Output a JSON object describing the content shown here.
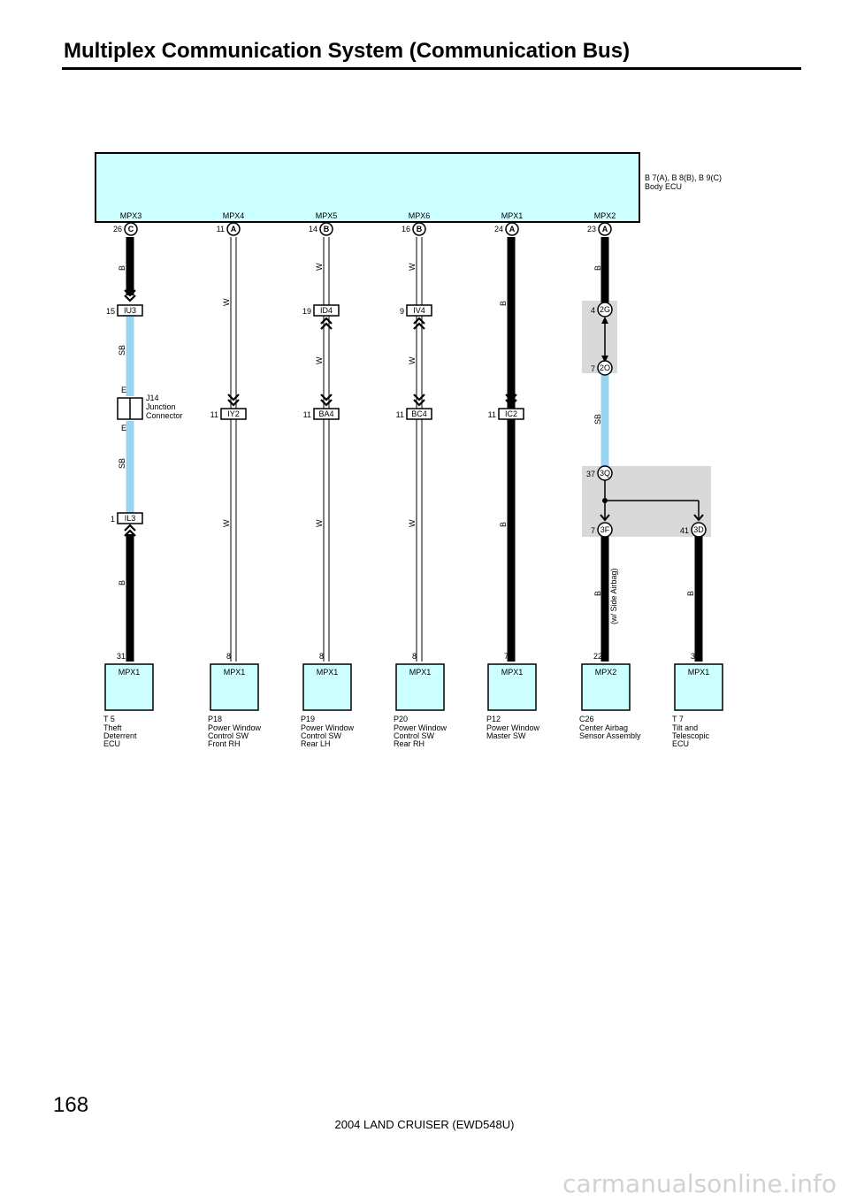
{
  "title": "Multiplex Communication System (Communication Bus)",
  "page_number": "168",
  "footer": "2004 LAND CRUISER (EWD548U)",
  "watermark": "carmanualsonline.info",
  "colors": {
    "ecu_fill": "#ccffff",
    "sb_wire": "#99d5f0",
    "b_wire": "#000000",
    "junction_gray": "#d9d9d9"
  },
  "body_ecu": {
    "label_line1": "B 7(A), B 8(B), B 9(C)",
    "label_line2": "Body ECU",
    "terminals": [
      {
        "name": "MPX3",
        "pin": "26",
        "connector": "C"
      },
      {
        "name": "MPX4",
        "pin": "11",
        "connector": "A"
      },
      {
        "name": "MPX5",
        "pin": "14",
        "connector": "B"
      },
      {
        "name": "MPX6",
        "pin": "16",
        "connector": "B"
      },
      {
        "name": "MPX1",
        "pin": "24",
        "connector": "A"
      },
      {
        "name": "MPX2",
        "pin": "23",
        "connector": "A"
      }
    ]
  },
  "junction": {
    "code": "J14",
    "line1": "Junction",
    "line2": "Connector",
    "pin_top": "E",
    "pin_bottom": "E"
  },
  "option_note": "(w/ Side Airbag)",
  "connectors": [
    {
      "id": "IU3",
      "pin": "15"
    },
    {
      "id": "IL3",
      "pin": "1"
    },
    {
      "id": "IY2",
      "pin": "11"
    },
    {
      "id": "ID4",
      "pin": "19"
    },
    {
      "id": "BA4",
      "pin": "11"
    },
    {
      "id": "IV4",
      "pin": "9"
    },
    {
      "id": "BC4",
      "pin": "11"
    },
    {
      "id": "IC2",
      "pin": "11"
    },
    {
      "id": "2G",
      "pin": "4"
    },
    {
      "id": "2O",
      "pin": "7"
    },
    {
      "id": "3Q",
      "pin": "37"
    },
    {
      "id": "3F",
      "pin": "7"
    },
    {
      "id": "3D",
      "pin": "41"
    }
  ],
  "wire_colors": {
    "col1": [
      "B",
      "SB",
      "SB",
      "B"
    ],
    "col2": [
      "W",
      "W"
    ],
    "col3": [
      "W",
      "W",
      "W"
    ],
    "col4": [
      "W",
      "W",
      "W"
    ],
    "col5": [
      "B",
      "B"
    ],
    "col6": [
      "B",
      "SB",
      "B"
    ],
    "col7": [
      "B"
    ]
  },
  "components": [
    {
      "terminal": "MPX1",
      "pin": "31",
      "code": "T 5",
      "lines": [
        "Theft",
        "Deterrent",
        "ECU"
      ]
    },
    {
      "terminal": "MPX1",
      "pin": "8",
      "code": "P18",
      "lines": [
        "Power Window",
        "Control SW",
        "Front RH"
      ]
    },
    {
      "terminal": "MPX1",
      "pin": "8",
      "code": "P19",
      "lines": [
        "Power Window",
        "Control SW",
        "Rear LH"
      ]
    },
    {
      "terminal": "MPX1",
      "pin": "8",
      "code": "P20",
      "lines": [
        "Power Window",
        "Control SW",
        "Rear RH"
      ]
    },
    {
      "terminal": "MPX1",
      "pin": "7",
      "code": "P12",
      "lines": [
        "Power Window",
        "Master SW"
      ]
    },
    {
      "terminal": "MPX2",
      "pin": "22",
      "code": "C26",
      "lines": [
        "Center Airbag",
        "Sensor Assembly"
      ]
    },
    {
      "terminal": "MPX1",
      "pin": "3",
      "code": "T 7",
      "lines": [
        "Tilt and",
        "Telescopic",
        "ECU"
      ]
    }
  ]
}
